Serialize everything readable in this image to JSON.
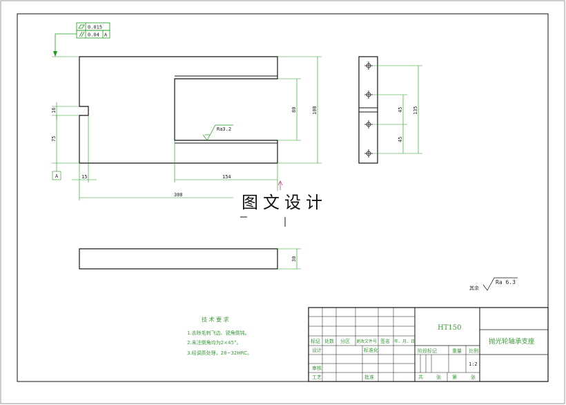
{
  "drawing": {
    "tolerances": {
      "flatness_value": "0.015",
      "parallelism_value": "0.04",
      "datum": "A"
    },
    "dimensions": {
      "slot_width": "16",
      "slot_offset": "75",
      "left_step": "15",
      "cutout_length": "154",
      "overall_length": "308",
      "inner_height": "80",
      "overall_height": "100",
      "thickness": "30",
      "hole_pitch_a": "45",
      "hole_pitch_b": "45",
      "hole_span": "135",
      "datum_box": "A"
    },
    "surface_finish_local": "Ra3.2",
    "surface_finish_rest_label": "其余",
    "surface_finish_rest_value": "Ra 6.3",
    "watermark": "图文设计"
  },
  "tech_requirements": {
    "title": "技 术 要 求",
    "items": [
      "1.去除毛刺飞边、锐角倒钝。",
      "2.未注倒角均为2×45°。",
      "3.经调质处理，28~32HRC。"
    ]
  },
  "title_block": {
    "material": "HT150",
    "part_name": "抛光轮轴承支座",
    "col_labels": [
      "标记",
      "处数",
      "分区",
      "更改文件号",
      "签名",
      "年、月、日"
    ],
    "row_design": "设计",
    "row_standard": "标准化",
    "row_review": "审核",
    "row_process": "工艺",
    "row_approve": "批准",
    "stage_mark": "阶段标记",
    "weight": "重量",
    "scale": "比例",
    "scale_value": "1:2",
    "sheets_total": "共",
    "sheets_label": "张",
    "sheet_no": "第",
    "sheet_label": "张"
  }
}
